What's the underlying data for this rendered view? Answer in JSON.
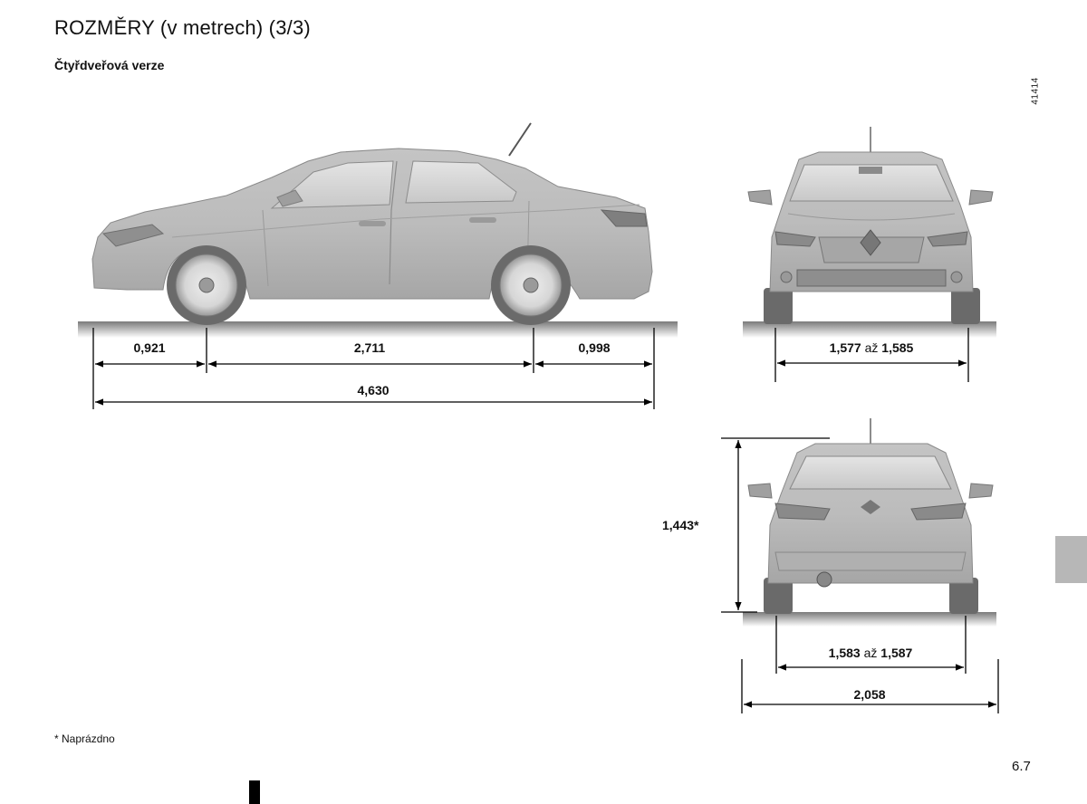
{
  "header": {
    "title": "ROZMĚRY (v metrech) (3/3)",
    "subtitle": "Čtyřdveřová verze",
    "ref_code": "41414"
  },
  "dimensions": {
    "front_overhang": "0,921",
    "wheelbase": "2,711",
    "rear_overhang": "0,998",
    "overall_length": "4,630",
    "front_track_min": "1,577",
    "front_track_connector": "až",
    "front_track_max": "1,585",
    "height": "1,443*",
    "rear_track_min": "1,583",
    "rear_track_connector": "až",
    "rear_track_max": "1,587",
    "overall_width": "2,058"
  },
  "footnote": "* Naprázdno",
  "page_number": "6.7"
}
